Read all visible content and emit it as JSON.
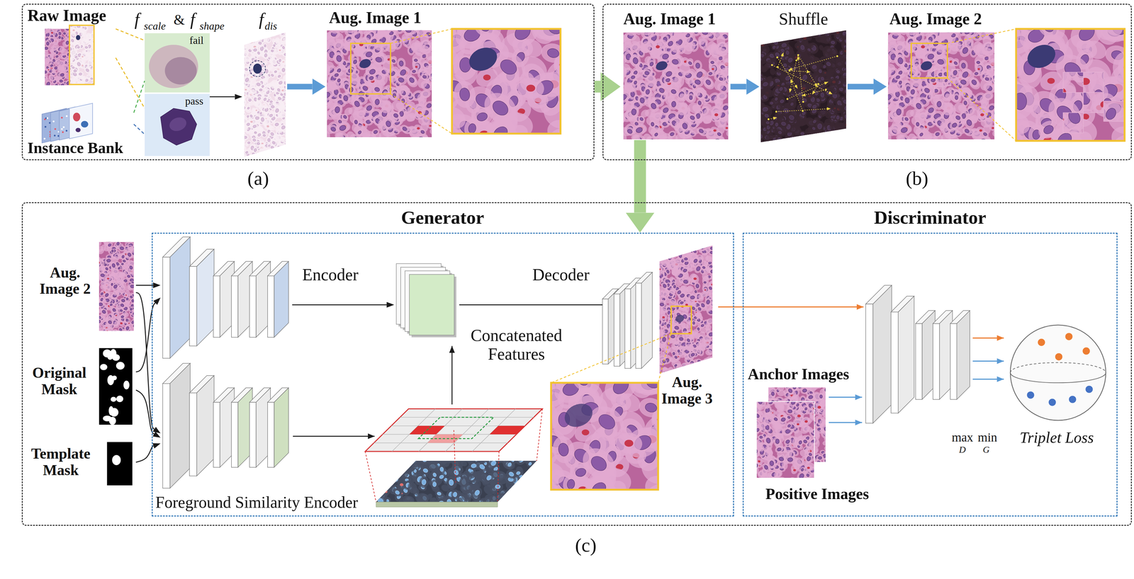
{
  "diagram": {
    "nodes": [
      {
        "text": [
          "(a)"
        ]
      },
      {
        "text": [
          "Raw Image"
        ],
        "in": 0
      },
      {
        "text": [
          "Instance Bank"
        ],
        "in": 0
      },
      {
        "text": [
          "f",
          "scale",
          "&",
          "f",
          "shape"
        ],
        "in": 0
      },
      {
        "text": [
          "fail"
        ],
        "in": 3
      },
      {
        "text": [
          "pass"
        ],
        "in": 3
      },
      {
        "text": [
          "f",
          "dis"
        ],
        "in": 0
      },
      {
        "text": [
          "Aug. Image 1"
        ],
        "in": 0
      },
      {
        "text": [
          "(b)"
        ]
      },
      {
        "text": [
          "Aug. Image 1"
        ],
        "in": 8
      },
      {
        "text": [
          "Shuffle"
        ],
        "in": 8
      },
      {
        "text": [
          "Aug. Image 2"
        ],
        "in": 8
      },
      {
        "text": [
          "(c)"
        ]
      },
      {
        "text": [
          "Generator"
        ],
        "in": 12
      },
      {
        "text": [
          "Discriminator"
        ],
        "in": 12
      },
      {
        "text": [
          "Aug. Image 2"
        ],
        "in": 12
      },
      {
        "text": [
          "Original Mask"
        ],
        "in": 12
      },
      {
        "text": [
          "Template Mask"
        ],
        "in": 12
      },
      {
        "text": [
          "Encoder"
        ],
        "in": 13
      },
      {
        "text": [
          "Foreground Similarity Encoder"
        ],
        "in": 13
      },
      {
        "text": [
          "Concatenated Features"
        ],
        "in": 13
      },
      {
        "text": [
          "Decoder"
        ],
        "in": 13
      },
      {
        "text": [
          "Aug. Image 3"
        ],
        "in": 13
      },
      {
        "text": [
          "Anchor Images",
          "Positive Images"
        ],
        "in": 14
      },
      {
        "text": [
          "max",
          "D",
          "min",
          "G",
          "Triplet Loss"
        ],
        "in": 14
      }
    ],
    "edges": [
      {
        "from": 1,
        "to": 4,
        "arrow": "none"
      },
      {
        "from": 1,
        "to": 5,
        "arrow": "none"
      },
      {
        "from": 2,
        "to": 4,
        "arrow": "none"
      },
      {
        "from": 2,
        "to": 5,
        "arrow": "none"
      },
      {
        "from": 5,
        "to": 6,
        "arrow": "to"
      },
      {
        "from": 6,
        "to": 7,
        "arrow": "to"
      },
      {
        "from": 0,
        "to": 9,
        "arrow": "to"
      },
      {
        "from": 9,
        "to": 13,
        "arrow": "to"
      },
      {
        "from": 9,
        "to": 10,
        "arrow": "to"
      },
      {
        "from": 10,
        "to": 11,
        "arrow": "to"
      },
      {
        "from": 15,
        "to": 18,
        "arrow": "to"
      },
      {
        "from": 15,
        "to": 19,
        "arrow": "to"
      },
      {
        "from": 16,
        "to": 18,
        "arrow": "to"
      },
      {
        "from": 16,
        "to": 19,
        "arrow": "to"
      },
      {
        "from": 17,
        "to": 19,
        "arrow": "to"
      },
      {
        "from": 18,
        "to": 20,
        "arrow": "to"
      },
      {
        "from": 20,
        "to": 21,
        "arrow": "none"
      }
    ]
  }
}
